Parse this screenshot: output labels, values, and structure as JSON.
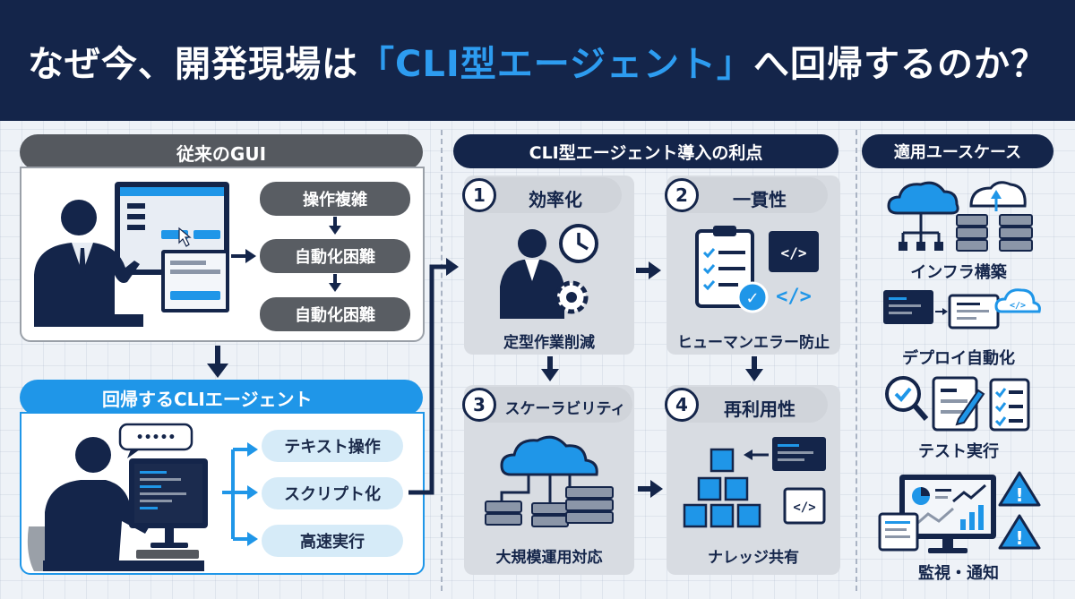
{
  "header": {
    "title_before": "なぜ今、開発現場は",
    "title_highlight": "「CLI型エージェント」",
    "title_after": "へ回帰するのか？"
  },
  "legacy": {
    "title": "従来のGUI",
    "steps": [
      "操作複雑",
      "自動化困難",
      "自動化困難"
    ]
  },
  "cli": {
    "title": "回帰するCLIエージェント",
    "features": [
      "テキスト操作",
      "スクリプト化",
      "高速実行"
    ]
  },
  "benefits": {
    "title": "CLI型エージェント導入の利点",
    "items": [
      {
        "num": "1",
        "title": "効率化",
        "caption": "定型作業削減"
      },
      {
        "num": "2",
        "title": "一貫性",
        "caption": "ヒューマンエラー防止"
      },
      {
        "num": "3",
        "title": "スケーラビリティ",
        "caption": "大規模運用対応"
      },
      {
        "num": "4",
        "title": "再利用性",
        "caption": "ナレッジ共有"
      }
    ]
  },
  "usecases": {
    "title": "適用ユースケース",
    "items": [
      "インフラ構築",
      "デプロイ自動化",
      "テスト実行",
      "監視・通知"
    ]
  },
  "icons": {
    "code_glyph": "</>",
    "check_glyph": "✓",
    "alert_glyph": "!",
    "chat_glyph": "•••••"
  },
  "colors": {
    "navy": "#14254a",
    "accent_blue": "#1f96e8",
    "gray": "#595d63"
  }
}
